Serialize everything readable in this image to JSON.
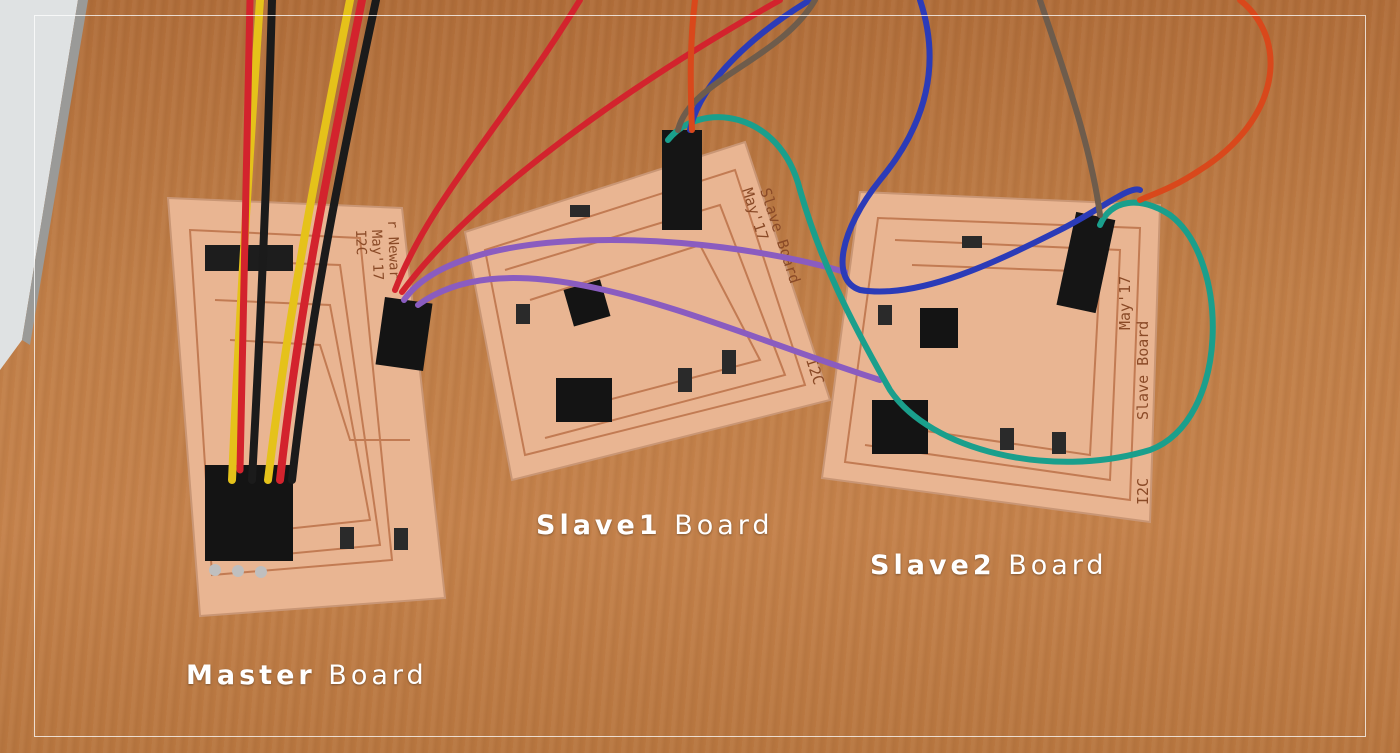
{
  "captions": {
    "master": {
      "strong": "Master",
      "light": "Board"
    },
    "slave1": {
      "strong": "Slave1",
      "light": "Board"
    },
    "slave2": {
      "strong": "Slave2",
      "light": "Board"
    }
  },
  "board_silkscreen": {
    "master": [
      "I2C",
      "May'17",
      "r Newar"
    ],
    "slave1": [
      "Slave Board",
      "May'17",
      "I2C"
    ],
    "slave2": [
      "Slave Board",
      "May'17",
      "I2C"
    ]
  },
  "colors": {
    "table": "#c07e47",
    "copper": "#e8b08a",
    "wire_red": "#d3232d",
    "wire_yellow": "#e5c21a",
    "wire_black": "#1b1b1b",
    "wire_blue": "#2b3bb8",
    "wire_teal": "#1a9f8c",
    "wire_purple": "#8a5cc0",
    "wire_brown": "#6e5c4c",
    "wire_orange": "#d9481b"
  }
}
